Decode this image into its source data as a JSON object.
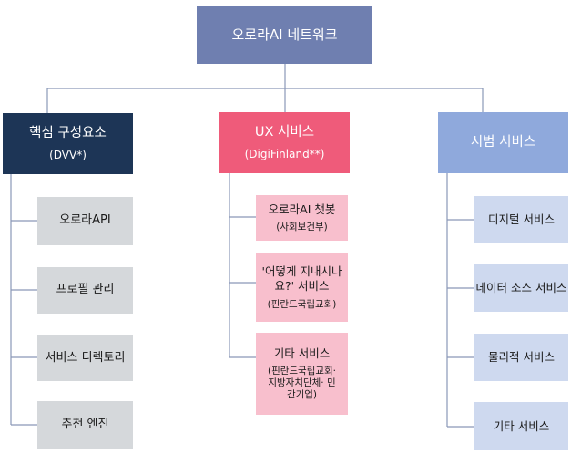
{
  "root": {
    "label": "오로라AI 네트워크"
  },
  "columns": [
    {
      "title": "핵심 구성요소",
      "subtitle": "(DVV*)",
      "items": [
        {
          "label": "오로라API"
        },
        {
          "label": "프로필 관리"
        },
        {
          "label": "서비스 디렉토리"
        },
        {
          "label": "추천 엔진"
        }
      ]
    },
    {
      "title": "UX 서비스",
      "subtitle": "(DigiFinland**)",
      "items": [
        {
          "main": "오로라AI 챗봇",
          "sub": "(사회보건부)"
        },
        {
          "main": "'어떻게 지내시나요?' 서비스",
          "sub": "(핀란드국립교회)"
        },
        {
          "main": "기타 서비스",
          "sub": "(핀란드국립교회· 지방자치단체· 민간기업)"
        }
      ]
    },
    {
      "title": "시범 서비스",
      "items": [
        {
          "label": "디지털 서비스"
        },
        {
          "label": "데이터 소스 서비스"
        },
        {
          "label": "물리적 서비스"
        },
        {
          "label": "기타 서비스"
        }
      ]
    }
  ],
  "colors": {
    "root": "#6f7fb0",
    "core": "#1d3556",
    "ux": "#ef5b7a",
    "pilot": "#8fa9dc",
    "core_item": "#d5d8db",
    "ux_item": "#f8bfcd",
    "pilot_item": "#ced9ef",
    "connector": "#8a98b8"
  }
}
